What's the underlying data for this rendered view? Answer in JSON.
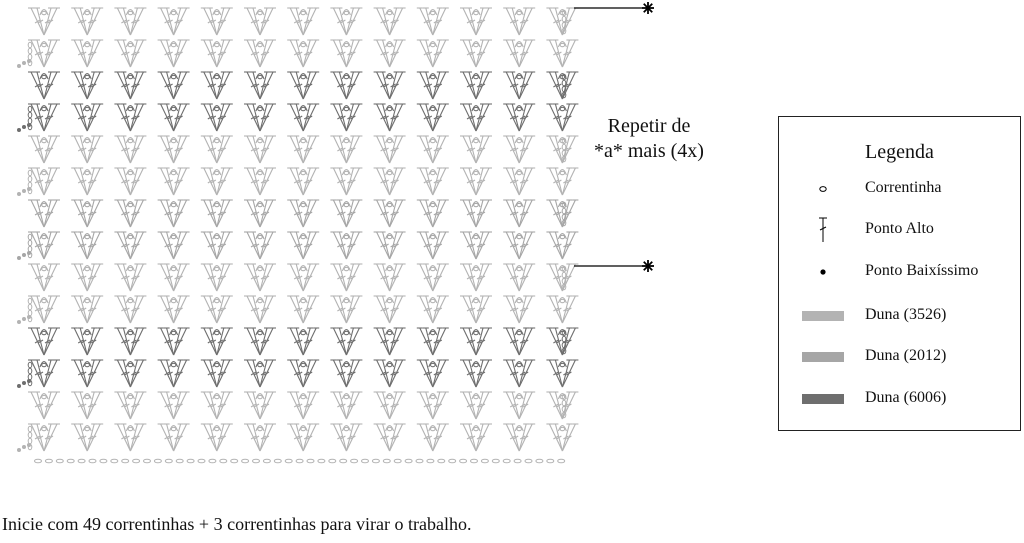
{
  "repeat_note": {
    "line1": "Repetir de",
    "line2": "*a* mais (4x)"
  },
  "legend": {
    "title": "Legenda",
    "items": [
      {
        "name": "legend-chain",
        "symbol": "chain-oval",
        "label": "Correntinha"
      },
      {
        "name": "legend-double-crochet",
        "symbol": "double-crochet",
        "label": "Ponto Alto"
      },
      {
        "name": "legend-slip-stitch",
        "symbol": "dot",
        "label": "Ponto Baixíssimo"
      },
      {
        "name": "legend-color-3526",
        "symbol": "swatch",
        "color": "#b3b3b3",
        "label": "Duna (3526)"
      },
      {
        "name": "legend-color-2012",
        "symbol": "swatch",
        "color": "#a6a6a6",
        "label": "Duna (2012)"
      },
      {
        "name": "legend-color-6006",
        "symbol": "swatch",
        "color": "#6e6e6e",
        "label": "Duna (6006)"
      }
    ]
  },
  "footer_note": "Inicie com 49 correntinhas + 3 correntinhas para virar o trabalho.",
  "chart": {
    "fans_per_row": 13,
    "row_colors_top_to_bottom": [
      "#b3b3b3",
      "#b3b3b3",
      "#6e6e6e",
      "#6e6e6e",
      "#b3b3b3",
      "#b3b3b3",
      "#a6a6a6",
      "#a6a6a6",
      "#b3b3b3",
      "#b3b3b3",
      "#6e6e6e",
      "#6e6e6e",
      "#b3b3b3",
      "#b3b3b3"
    ],
    "foundation_color": "#b3b3b3",
    "asterisk_color": "#000000"
  }
}
